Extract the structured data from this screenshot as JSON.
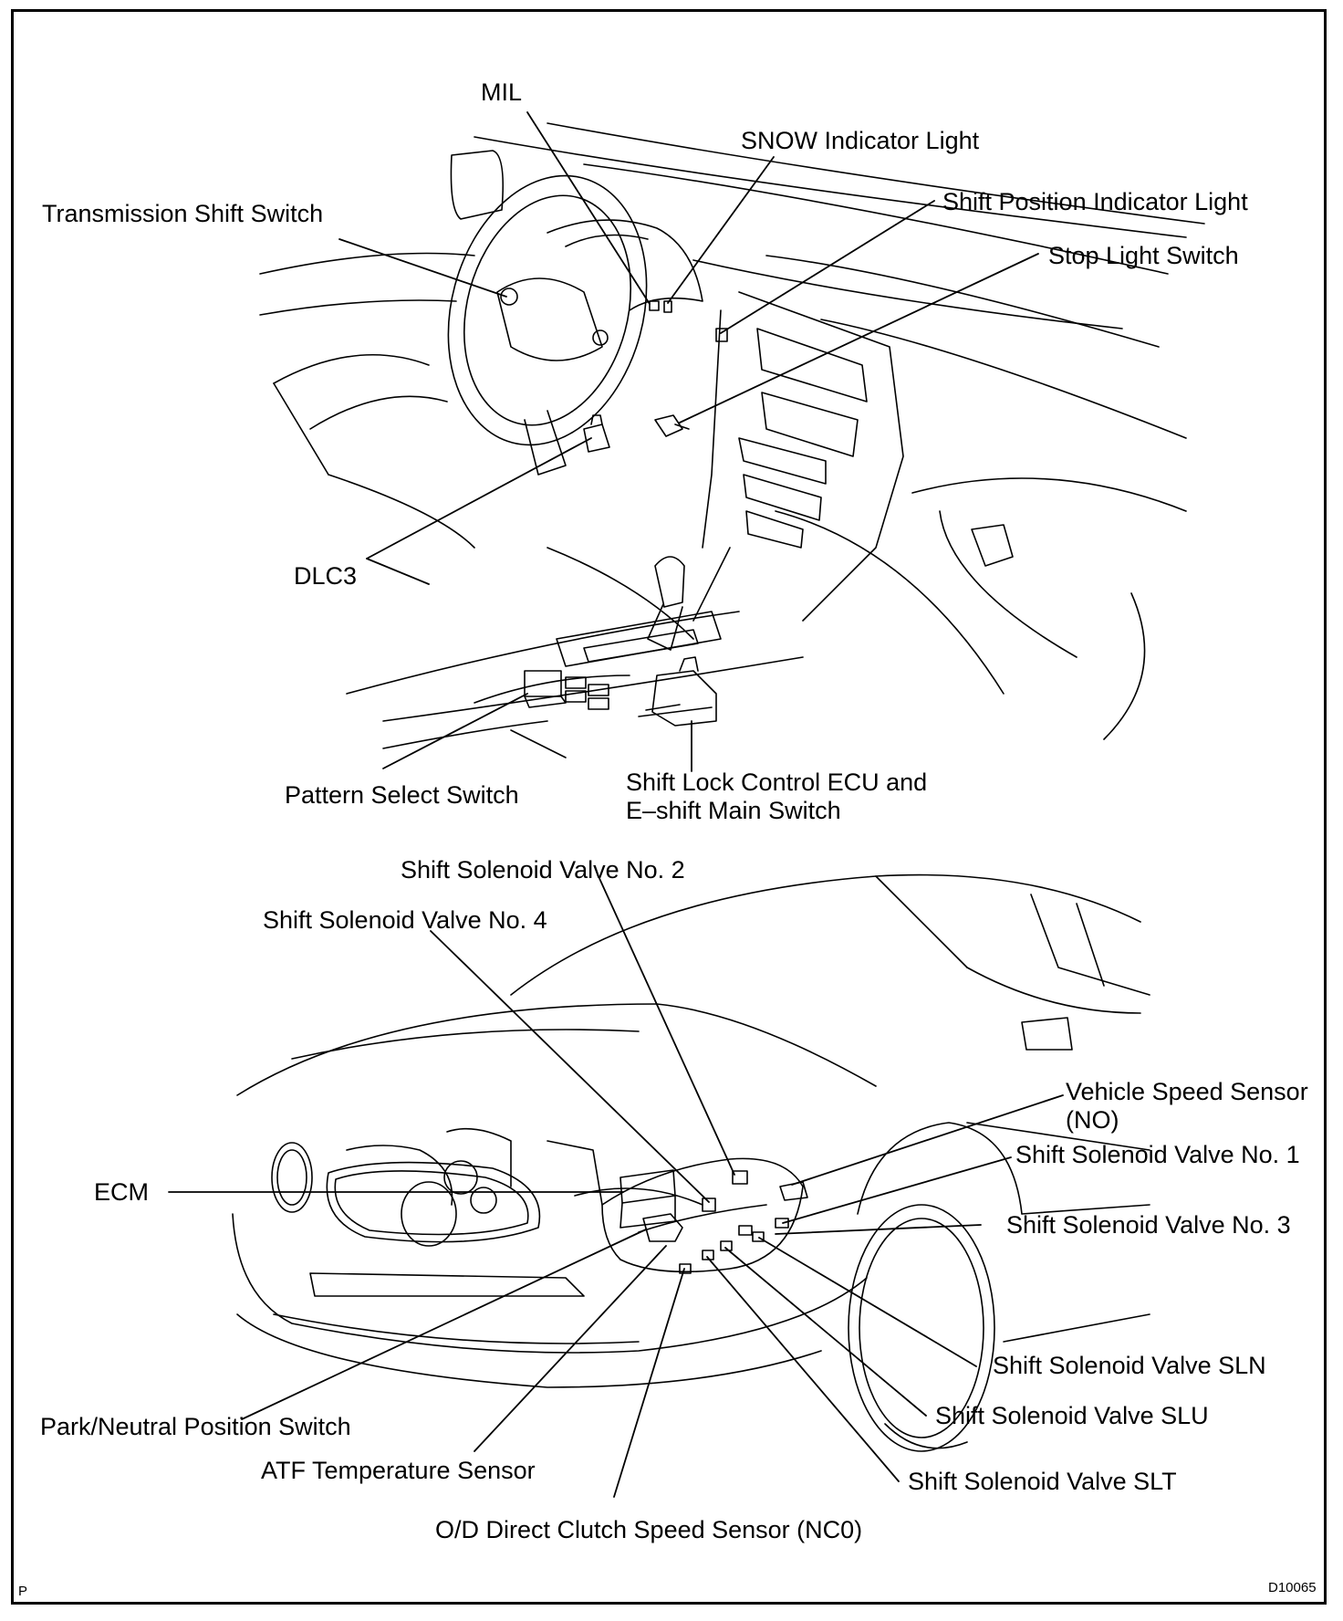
{
  "labels": {
    "mil": "MIL",
    "snow": "SNOW Indicator Light",
    "shift_pos": "Shift Position Indicator Light",
    "trans_shift": "Transmission Shift Switch",
    "stop_light": "Stop Light Switch",
    "dlc3": "DLC3",
    "pattern": "Pattern Select Switch",
    "shift_lock_1": "Shift Lock Control ECU and",
    "shift_lock_2": "E–shift Main Switch",
    "ssv2": "Shift Solenoid Valve No. 2",
    "ssv4": "Shift Solenoid Valve No. 4",
    "vss_1": "Vehicle Speed Sensor",
    "vss_2": "(NO)",
    "ssv1": "Shift Solenoid Valve No. 1",
    "ssv3": "Shift Solenoid Valve No. 3",
    "ecm": "ECM",
    "sln": "Shift Solenoid Valve SLN",
    "slu": "Shift Solenoid Valve SLU",
    "slt": "Shift Solenoid Valve SLT",
    "pnp": "Park/Neutral Position Switch",
    "atf": "ATF Temperature Sensor",
    "od": "O/D Direct Clutch Speed Sensor (NC0)"
  },
  "footer": {
    "left": "P",
    "right": "D10065"
  }
}
